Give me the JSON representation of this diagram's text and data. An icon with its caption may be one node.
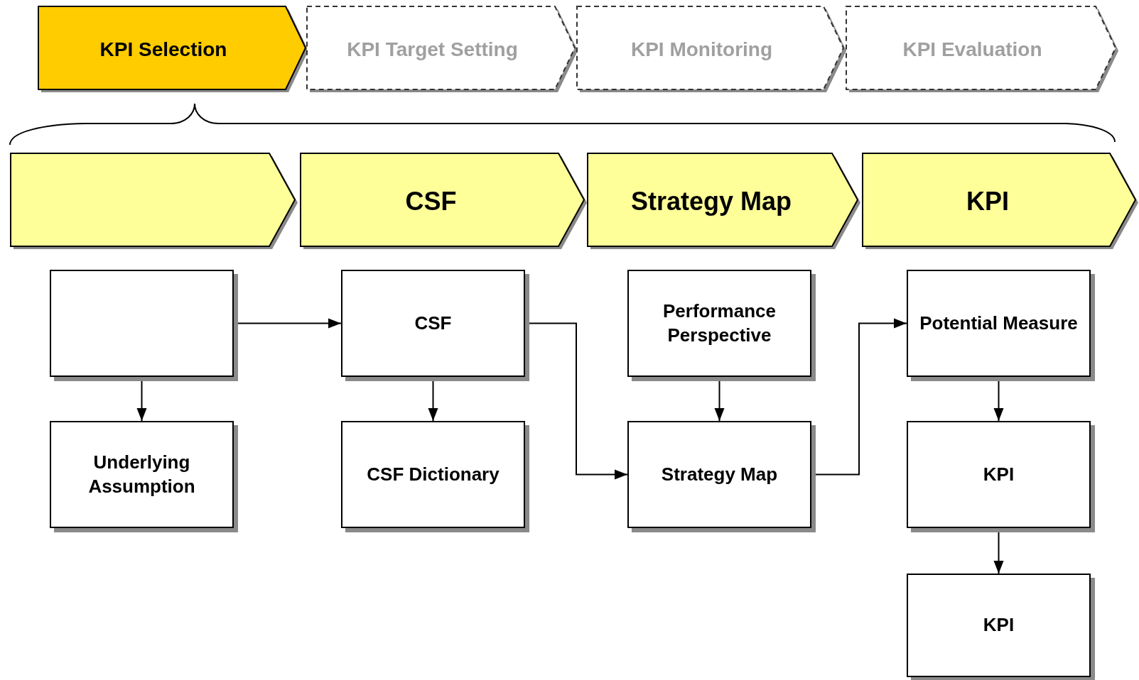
{
  "diagram": {
    "nodes": [
      {
        "text": [
          "KPI Selection"
        ]
      },
      {
        "text": [
          "KPI Target Setting"
        ]
      },
      {
        "text": [
          "KPI Monitoring"
        ]
      },
      {
        "text": [
          "KPI Evaluation"
        ]
      },
      {
        "text": [],
        "shape": "chevron"
      },
      {
        "text": [
          "CSF"
        ]
      },
      {
        "text": [
          "Strategy Map"
        ]
      },
      {
        "text": [
          "KPI"
        ]
      },
      {
        "text": [],
        "shape": "box"
      },
      {
        "text": [
          "CSF"
        ]
      },
      {
        "text": [
          "Performance Perspective"
        ]
      },
      {
        "text": [
          "Potential Measure"
        ]
      },
      {
        "text": [
          "Underlying Assumption"
        ]
      },
      {
        "text": [
          "CSF Dictionary"
        ]
      },
      {
        "text": [
          "Strategy Map"
        ]
      },
      {
        "text": [
          "KPI"
        ]
      },
      {
        "text": [
          "KPI"
        ]
      }
    ],
    "edges": [
      {
        "from": 8,
        "to": 9,
        "arrow": "to"
      },
      {
        "from": 8,
        "to": 12,
        "arrow": "to"
      },
      {
        "from": 9,
        "to": 13,
        "arrow": "to"
      },
      {
        "from": 9,
        "to": 14,
        "arrow": "to"
      },
      {
        "from": 10,
        "to": 14,
        "arrow": "to"
      },
      {
        "from": 14,
        "to": 11,
        "arrow": "to"
      },
      {
        "from": 11,
        "to": 15,
        "arrow": "to"
      },
      {
        "from": 15,
        "to": 16,
        "arrow": "to"
      }
    ]
  }
}
